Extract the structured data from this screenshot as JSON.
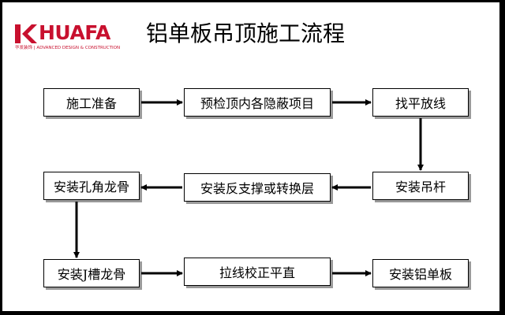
{
  "logo": {
    "brand": "HUAFA",
    "tagline": "华发装饰 | ADVANCED DESIGN & CONSTRUCTION",
    "color": "#c8102e"
  },
  "title": "铝单板吊顶施工流程",
  "steps": [
    {
      "label": "施工准备"
    },
    {
      "label": "预检顶内各隐蔽项目"
    },
    {
      "label": "找平放线"
    },
    {
      "label": "安装吊杆"
    },
    {
      "label": "安装反支撑或转换层"
    },
    {
      "label": "安装孔角龙骨"
    },
    {
      "label": "安装J槽龙骨"
    },
    {
      "label": "拉线校正平直"
    },
    {
      "label": "安装铝单板"
    }
  ],
  "flow": [
    {
      "from": 1,
      "to": 2
    },
    {
      "from": 2,
      "to": 3
    },
    {
      "from": 3,
      "to": 4
    },
    {
      "from": 4,
      "to": 5
    },
    {
      "from": 5,
      "to": 6
    },
    {
      "from": 6,
      "to": 7
    },
    {
      "from": 7,
      "to": 8
    },
    {
      "from": 8,
      "to": 9
    }
  ]
}
